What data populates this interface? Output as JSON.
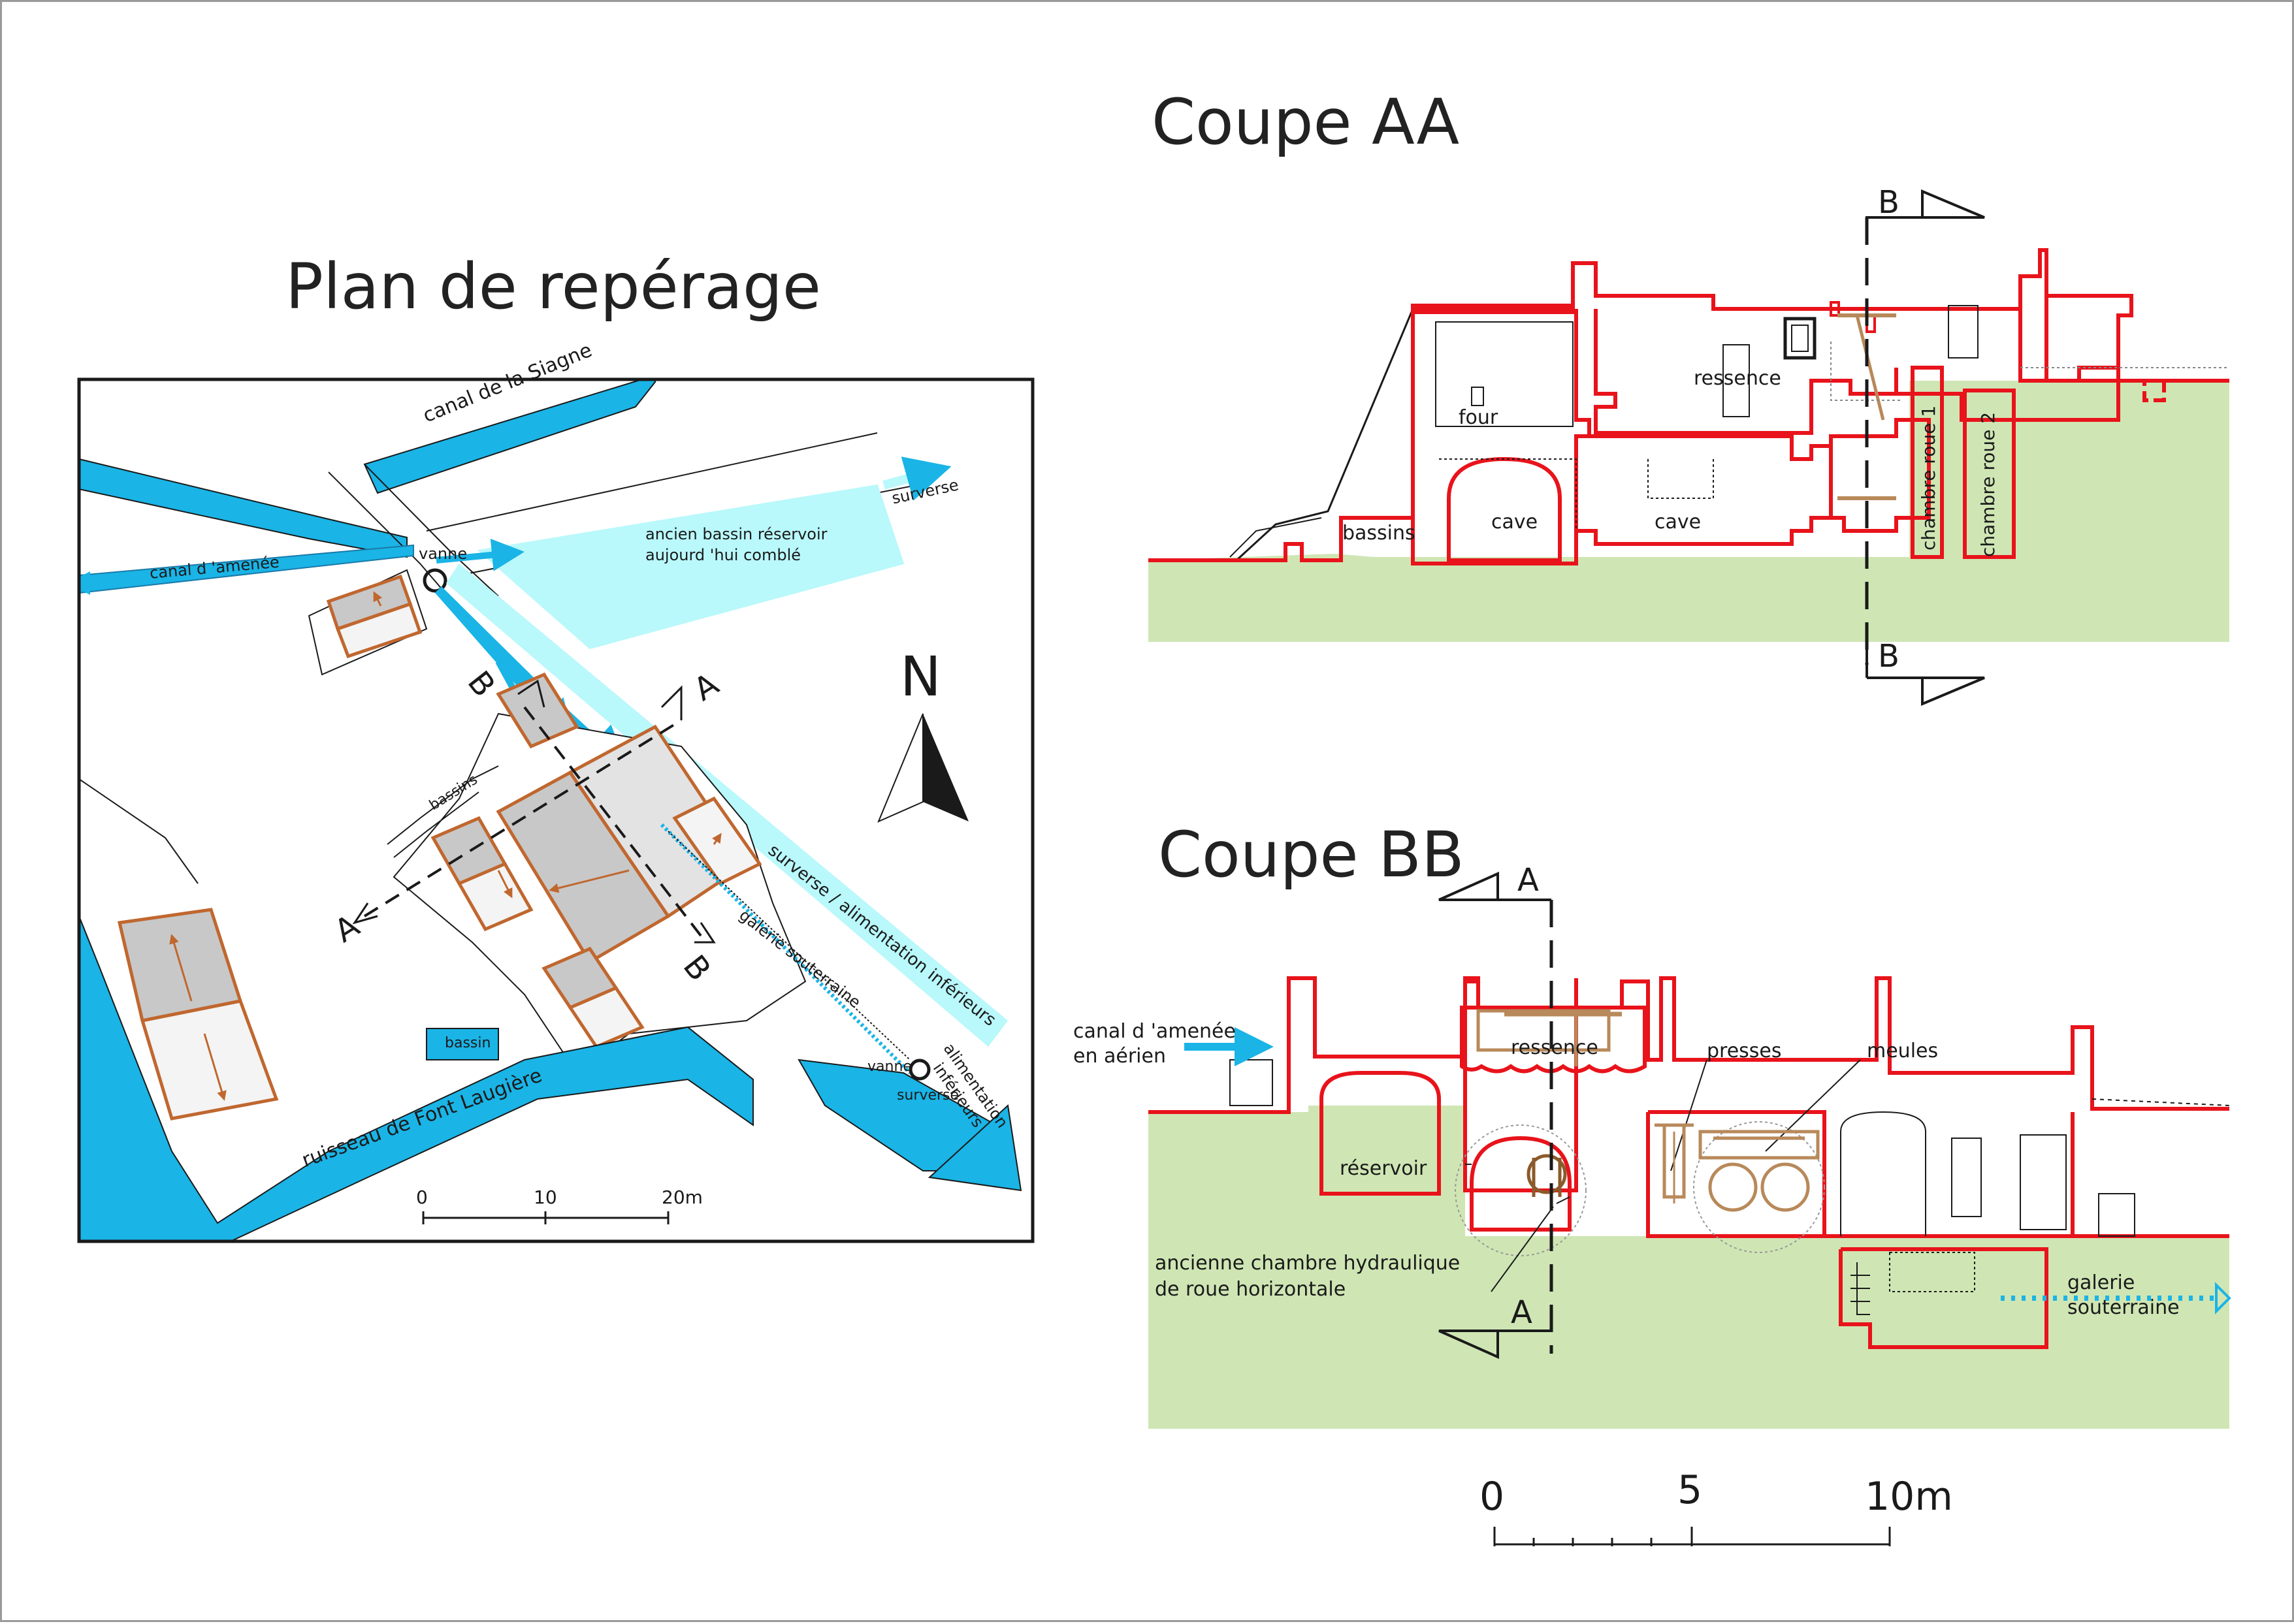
{
  "titles": {
    "plan": "Plan de repérage",
    "coupe_aa": "Coupe AA",
    "coupe_bb": "Coupe BB"
  },
  "plan": {
    "north": "N",
    "canal_siagne": "canal de la Siagne",
    "canal_amenee": "canal d 'amenée",
    "vanne_top": "vanne",
    "bassin_reservoir_1": "ancien bassin réservoir",
    "bassin_reservoir_2": "aujourd 'hui comblé",
    "surverse_top": "surverse",
    "bassins": "bassins",
    "surverse_alim": "surverse / alimentation inférieurs",
    "galerie": "galerie souterraine",
    "alimentation": "alimentation",
    "inferieurs": "inférieurs",
    "vanne_bottom": "vanne",
    "surverse_bottom": "surverse",
    "bassin": "bassin",
    "ruisseau": "ruisseau de Font Laugière",
    "section_a": "A",
    "section_b": "B",
    "scale_0": "0",
    "scale_10": "10",
    "scale_20": "20m"
  },
  "coupe_aa": {
    "section_b": "B",
    "four": "four",
    "ressence": "ressence",
    "bassins": "bassins",
    "cave_1": "cave",
    "cave_2": "cave",
    "chambre_roue_1": "chambre roue 1",
    "chambre_roue_2": "chambre roue 2"
  },
  "coupe_bb": {
    "section_a": "A",
    "canal_amenee_1": "canal d 'amenée",
    "canal_amenee_2": "en aérien",
    "ressence": "ressence",
    "presses": "presses",
    "meules": "meules",
    "reservoir": "réservoir",
    "ancienne_1": "ancienne chambre hydraulique",
    "ancienne_2": "de roue horizontale",
    "galerie_1": "galerie",
    "galerie_2": "souterraine"
  },
  "scale": {
    "s0": "0",
    "s5": "5",
    "s10": "10m"
  },
  "colors": {
    "water": "#1ab4e6",
    "water_light": "#b9f8fb",
    "wall_red": "#e8131b",
    "ground_green": "#cfe6b4",
    "building_grey": "#c8c8c8",
    "building_outline": "#c0672f",
    "frame": "#9a9a9a"
  }
}
